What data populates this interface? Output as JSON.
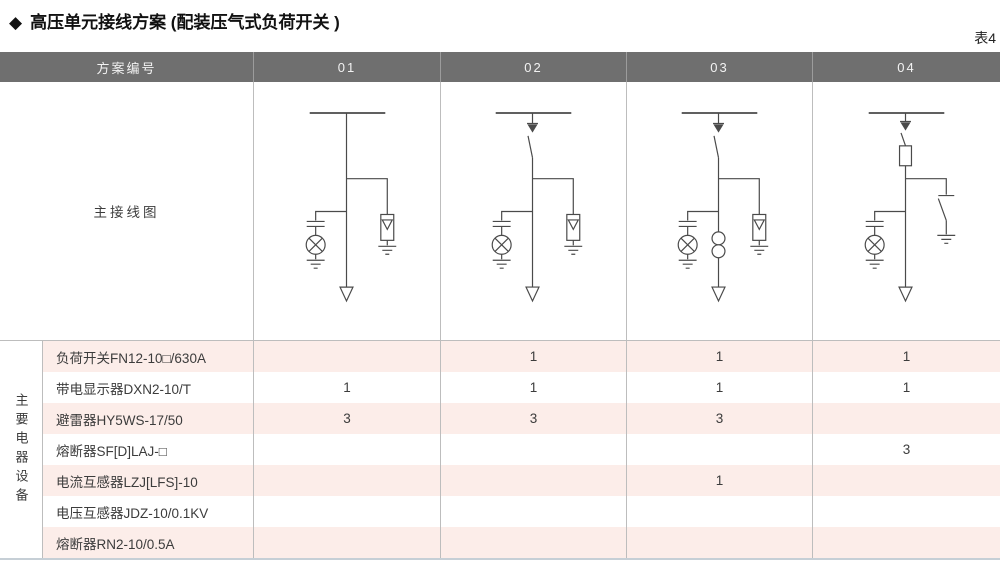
{
  "page": {
    "bullet": "◆",
    "title": "高压单元接线方案 (配装压气式负荷开关 )",
    "corner_label": "表4"
  },
  "table": {
    "header": {
      "scheme_label": "方案编号",
      "columns": [
        "01",
        "02",
        "03",
        "04"
      ]
    },
    "diagram_label": "主接线图",
    "group_label": "主要电器设备",
    "rows": [
      {
        "name": "负荷开关FN12-10□/630A",
        "values": [
          "",
          "1",
          "1",
          "1"
        ]
      },
      {
        "name": "带电显示器DXN2-10/T",
        "values": [
          "1",
          "1",
          "1",
          "1"
        ]
      },
      {
        "name": "避雷器HY5WS-17/50",
        "values": [
          "3",
          "3",
          "3",
          ""
        ]
      },
      {
        "name": "熔断器SF[D]LAJ-□",
        "values": [
          "",
          "",
          "",
          "3"
        ]
      },
      {
        "name": "电流互感器LZJ[LFS]-10",
        "values": [
          "",
          "",
          "1",
          ""
        ]
      },
      {
        "name": "电压互感器JDZ-10/0.1KV",
        "values": [
          "",
          "",
          "",
          ""
        ]
      },
      {
        "name": "熔断器RN2-10/0.5A",
        "values": [
          "",
          "",
          "",
          ""
        ]
      }
    ]
  },
  "diagrams": [
    {
      "id": "01",
      "components": [
        "busbar",
        "voltage-indicator",
        "arrester",
        "outgoing-feeder"
      ]
    },
    {
      "id": "02",
      "components": [
        "busbar",
        "load-switch",
        "voltage-indicator",
        "arrester",
        "outgoing-feeder"
      ]
    },
    {
      "id": "03",
      "components": [
        "busbar",
        "load-switch",
        "voltage-indicator",
        "current-transformer",
        "arrester",
        "outgoing-feeder"
      ]
    },
    {
      "id": "04",
      "components": [
        "busbar",
        "load-switch",
        "fuse",
        "voltage-indicator",
        "earthing-switch",
        "outgoing-feeder"
      ]
    }
  ],
  "colors": {
    "header_bg": "#6f6f6f",
    "header_text": "#f2f2f2",
    "row_pink": "#fcede9",
    "row_white": "#ffffff",
    "grid_line": "#bdbdbd",
    "diagram_stroke": "#4a4a4a",
    "text": "#3c3c3c",
    "bottom_border": "#c6cfd6"
  }
}
